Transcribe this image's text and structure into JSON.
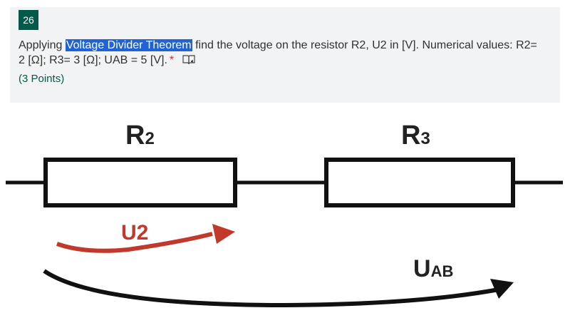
{
  "question": {
    "number": "26",
    "text_before": "Applying ",
    "highlight": "Voltage Divider Theorem",
    "text_after": " find the voltage on the resistor R2, U2 in [V]. Numerical values: R2= 2 [Ω]; R3= 3 [Ω]; UAB = 5 [V].",
    "required_mark": "*",
    "points": "(3 Points)",
    "accent_color": "#035a4a",
    "highlight_color": "#1f63d6"
  },
  "figure": {
    "r2_main": "R",
    "r2_sub": "2",
    "r3_main": "R",
    "r3_sub": "3",
    "u2_label": "U2",
    "uab_main": "U",
    "uab_sub": "AB",
    "u2_color": "#c0392b"
  },
  "icons": {
    "immersive_reader": "immersive-reader-icon"
  }
}
